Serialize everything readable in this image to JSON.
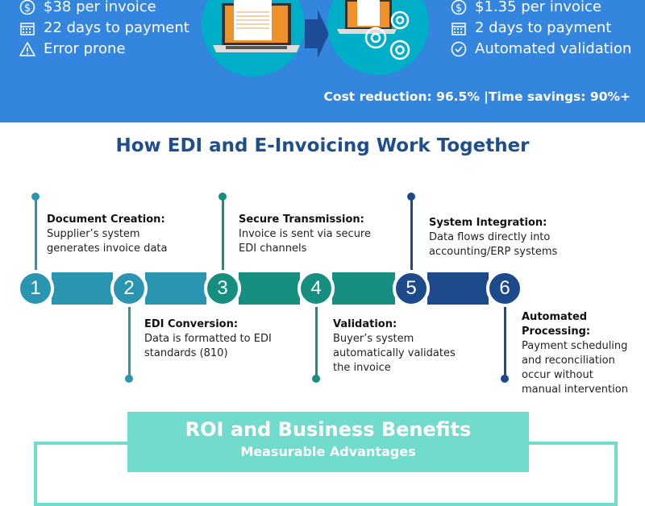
{
  "banner": {
    "before": [
      {
        "icon": "dollar-icon",
        "text": "$38 per invoice"
      },
      {
        "icon": "calendar-icon",
        "text": "22 days to payment"
      },
      {
        "icon": "warning-icon",
        "text": "Error prone"
      }
    ],
    "after": [
      {
        "icon": "dollar-icon",
        "text": "$1.35 per invoice"
      },
      {
        "icon": "calendar-icon",
        "text": "2 days to payment"
      },
      {
        "icon": "check-circle-icon",
        "text": "Automated validation"
      }
    ],
    "summary": "Cost reduction: 96.5% |Time savings: 90%+"
  },
  "title": "How EDI and E-Invoicing Work Together",
  "steps": [
    {
      "num": "1",
      "title": "Document Creation:",
      "text": " Supplier’s system generates invoice data",
      "color": "#2a95b0"
    },
    {
      "num": "2",
      "title": "EDI Conversion:",
      "text": "Data is formatted to EDI standards (810)",
      "color": "#2a95b0"
    },
    {
      "num": "3",
      "title": "Secure Transmission:",
      "text": "Invoice is sent via secure EDI channels",
      "color": "#168f80"
    },
    {
      "num": "4",
      "title": "Validation:",
      "text": "Buyer’s system automatically validates the invoice",
      "color": "#168f80"
    },
    {
      "num": "5",
      "title": "System Integration:",
      "text": "Data flows directly into accounting/ERP systems",
      "color": "#1d4a8a"
    },
    {
      "num": "6",
      "title": "Automated Processing:",
      "text": "Payment scheduling and reconciliation occur without manual intervention",
      "color": "#1d4a8a"
    }
  ],
  "roi": {
    "title": "ROI and Business Benefits",
    "subtitle": "Measurable Advantages"
  }
}
